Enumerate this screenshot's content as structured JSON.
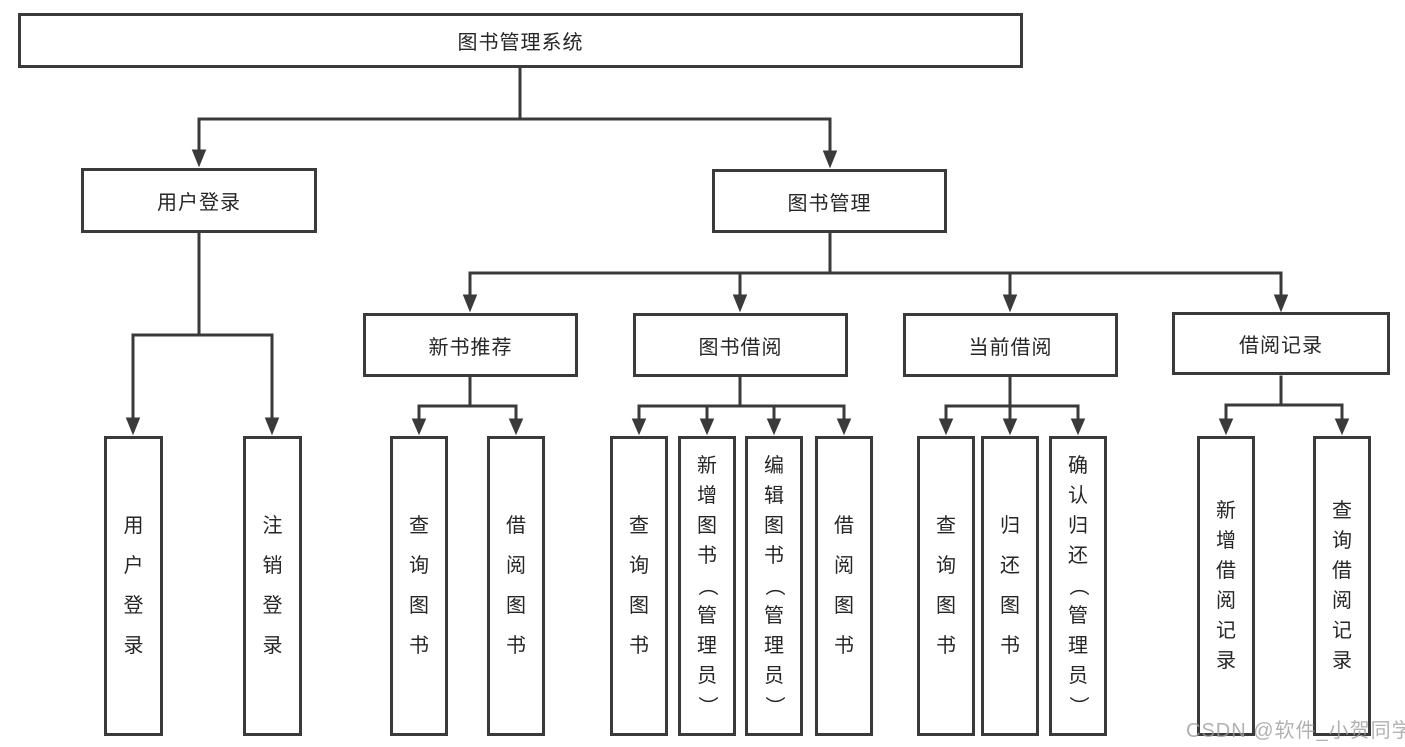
{
  "diagram": {
    "nodes": {
      "root": {
        "label": "图书管理系统"
      },
      "user_login": {
        "label": "用户登录"
      },
      "book_mgmt": {
        "label": "图书管理"
      },
      "new_book_rec": {
        "label": "新书推荐"
      },
      "book_borrow": {
        "label": "图书借阅"
      },
      "current_borrow": {
        "label": "当前借阅"
      },
      "borrow_record": {
        "label": "借阅记录"
      },
      "leaf_user_login": {
        "label": "用户登录"
      },
      "leaf_logout": {
        "label": "注销登录"
      },
      "leaf_nb_query": {
        "label": "查询图书"
      },
      "leaf_nb_borrow": {
        "label": "借阅图书"
      },
      "leaf_bb_query": {
        "label": "查询图书"
      },
      "leaf_bb_add": {
        "label": "新增图书（管理员）"
      },
      "leaf_bb_edit": {
        "label": "编辑图书（管理员）"
      },
      "leaf_bb_borrow": {
        "label": "借阅图书"
      },
      "leaf_cb_query": {
        "label": "查询图书"
      },
      "leaf_cb_return": {
        "label": "归还图书"
      },
      "leaf_cb_confirm": {
        "label": "确认归还（管理员）"
      },
      "leaf_br_add": {
        "label": "新增借阅记录"
      },
      "leaf_br_query": {
        "label": "查询借阅记录"
      }
    },
    "hierarchy": {
      "图书管理系统": {
        "用户登录": [
          "用户登录",
          "注销登录"
        ],
        "图书管理": {
          "新书推荐": [
            "查询图书",
            "借阅图书"
          ],
          "图书借阅": [
            "查询图书",
            "新增图书（管理员）",
            "编辑图书（管理员）",
            "借阅图书"
          ],
          "当前借阅": [
            "查询图书",
            "归还图书",
            "确认归还（管理员）"
          ],
          "借阅记录": [
            "新增借阅记录",
            "查询借阅记录"
          ]
        }
      }
    }
  },
  "watermark": {
    "text": "CSDN @软件_小贺同学"
  },
  "colors": {
    "line": "#3a3a3a",
    "text": "#262626",
    "background": "#ffffff",
    "watermark": "#9e9e9e"
  }
}
